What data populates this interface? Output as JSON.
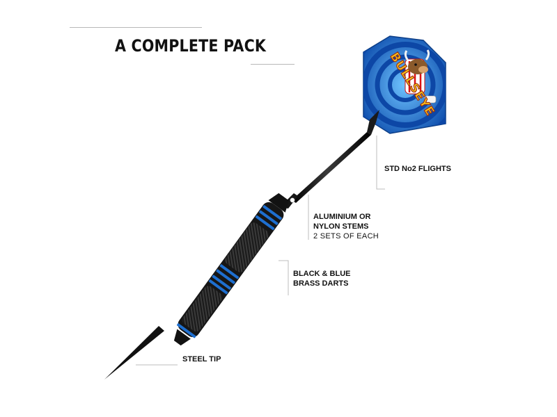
{
  "title": "A COMPLETE PACK",
  "flight_logo": "BULLSEYE",
  "callouts": {
    "flights": "STD No2 FLIGHTS",
    "stems_line1": "ALUMINIUM OR",
    "stems_line2": "NYLON STEMS",
    "stems_line3": "2 SETS OF EACH",
    "darts_line1": "BLACK & BLUE",
    "darts_line2": "BRASS DARTS",
    "tip": "STEEL TIP"
  },
  "colors": {
    "accent_blue": "#1e6fd0",
    "dart_black": "#141414",
    "rule_grey": "#b8b8b8"
  }
}
